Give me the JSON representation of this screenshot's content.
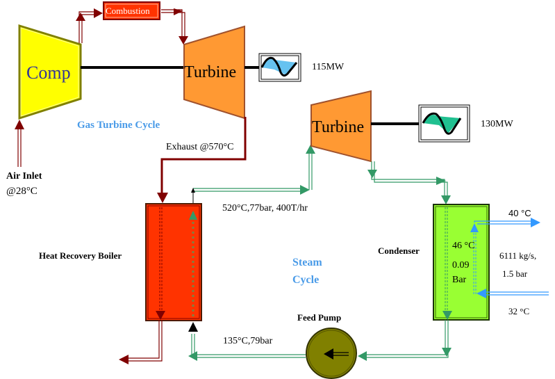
{
  "title": "Combined Cycle Power Plant",
  "components": {
    "compressor": "Comp",
    "combustion": "Combustion",
    "gas_turbine": "Turbine",
    "steam_turbine": "Turbine",
    "hrsg": "Heat Recovery Boiler",
    "condenser": "Condenser",
    "feed_pump": "Feed Pump"
  },
  "cycles": {
    "gas": "Gas Turbine Cycle",
    "steam_line1": "Steam",
    "steam_line2": "Cycle"
  },
  "outputs": {
    "gas_turbine_power": "115MW",
    "steam_turbine_power": "130MW"
  },
  "conditions": {
    "air_inlet_line1": "Air Inlet",
    "air_inlet_line2": "@28°C",
    "exhaust": "Exhaust @570°C",
    "steam_out": "520°C,77bar, 400T/hr",
    "feed_water": "135°C,79bar",
    "condenser_temp": "46 °C",
    "condenser_pressure_value": "0.09",
    "condenser_pressure_unit": "Bar",
    "cooling_out_temp": "40 °C",
    "cooling_in_temp": "32 °C",
    "cooling_flow": "6111 kg/s,",
    "cooling_pressure": "1.5  bar"
  },
  "colors": {
    "compressor": "#ffff00",
    "turbine": "#ff9933",
    "combustion": "#ff3300",
    "hrsg": "#ff3300",
    "condenser": "#99ff33",
    "feed_pump": "#808000",
    "gas_path": "#800000",
    "steam_path": "#339966",
    "cooling_path": "#3399ff",
    "cycle_label": "#4a9be8"
  }
}
